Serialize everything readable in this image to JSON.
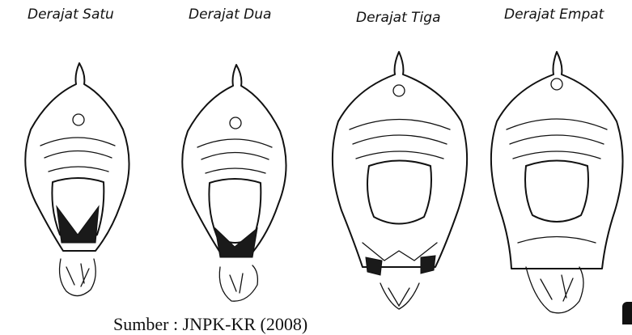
{
  "labels": {
    "degree_1": "Derajat Satu",
    "degree_2": "Derajat Dua",
    "degree_3": "Derajat Tiga",
    "degree_4": "Derajat Empat"
  },
  "source": "Sumber : JNPK-KR (2008)",
  "colors": {
    "ink": "#111111",
    "background": "#ffffff"
  }
}
